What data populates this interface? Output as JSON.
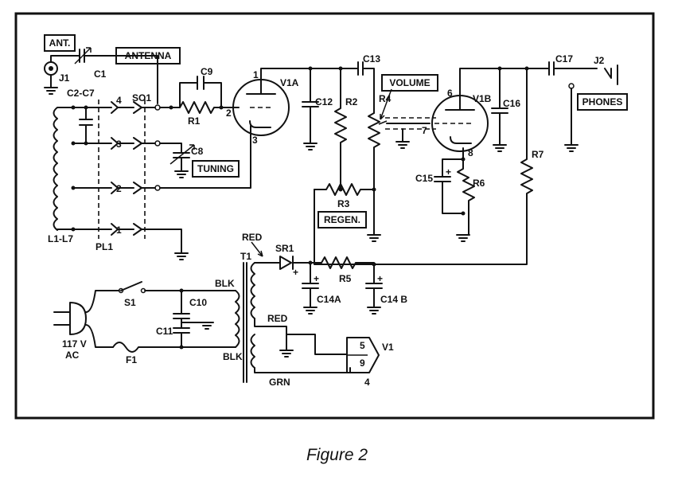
{
  "caption": "Figure 2",
  "boxed_labels": {
    "ant": "ANT.",
    "antenna": "ANTENNA",
    "tuning": "TUNING",
    "volume": "VOLUME",
    "phones": "PHONES",
    "regen": "REGEN."
  },
  "labels": {
    "j1": "J1",
    "c1": "C1",
    "c2_c7": "C2-C7",
    "l1_l7": "L1-L7",
    "pl1": "PL1",
    "so1": "SO1",
    "pin4": "4",
    "pin3": "3",
    "pin2": "2",
    "pin1": "1",
    "c9": "C9",
    "r1": "R1",
    "c8": "C8",
    "v1a": "V1A",
    "v1a_pin1": "1",
    "v1a_pin2": "2",
    "v1a_pin3": "3",
    "c12": "C12",
    "r2": "R2",
    "c13": "C13",
    "r4": "R4",
    "r3": "R3",
    "v1b": "V1B",
    "v1b_pin6": "6",
    "v1b_pin7": "7",
    "v1b_pin8": "8",
    "c16": "C16",
    "c15": "C15",
    "r6": "R6",
    "r7": "R7",
    "c17": "C17",
    "j2": "J2",
    "red1": "RED",
    "t1": "T1",
    "sr1": "SR1",
    "r5": "R5",
    "c14a": "C14A",
    "c14b": "C14 B",
    "s1": "S1",
    "c10": "C10",
    "c11": "C11",
    "blk1": "BLK",
    "blk2": "BLK",
    "f1": "F1",
    "ac1": "117 V",
    "ac2": "AC",
    "red2": "RED",
    "grn": "GRN",
    "v1": "V1",
    "v1_pin5": "5",
    "v1_pin9": "9",
    "v1_pin4": "4",
    "plus": "+"
  }
}
